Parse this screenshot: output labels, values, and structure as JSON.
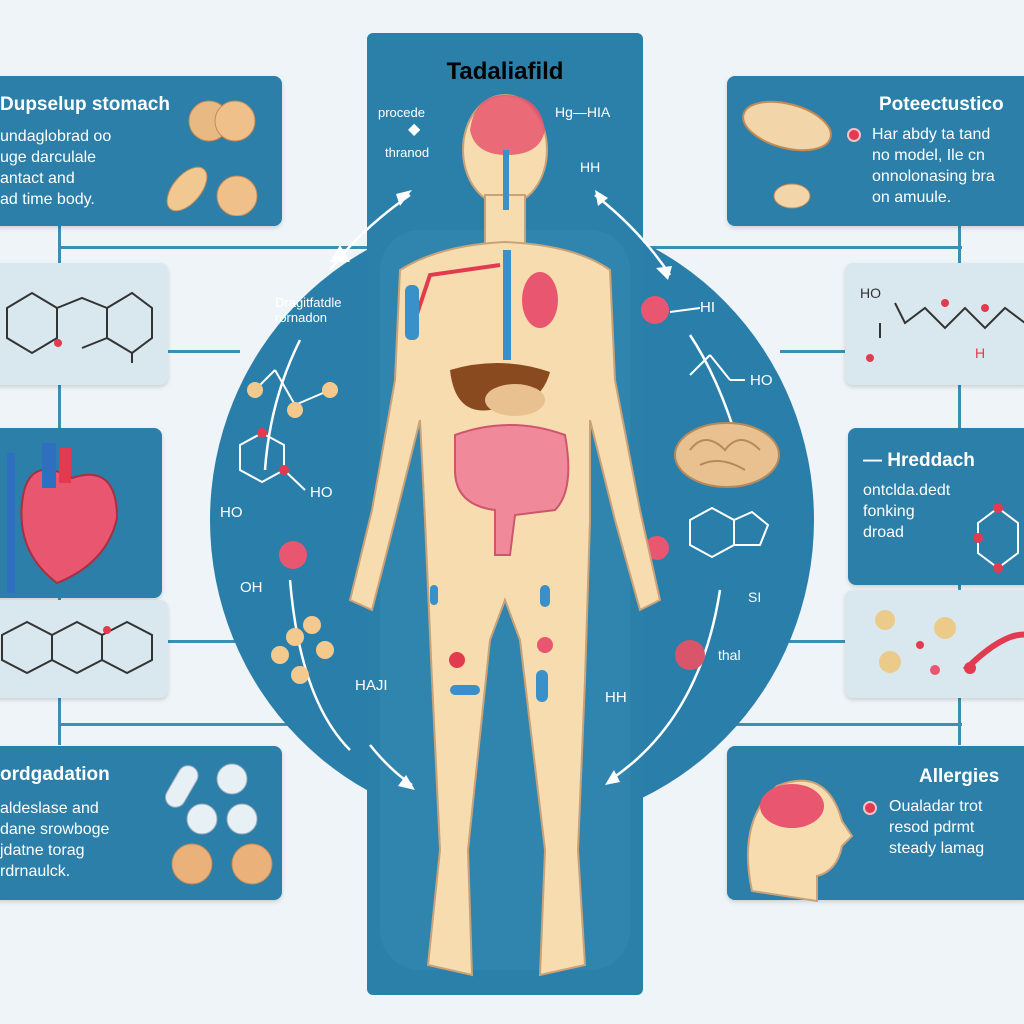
{
  "title": "Tadaliafild",
  "colors": {
    "panel": "#2b7fa8",
    "light_panel": "#d9e8ee",
    "background": "#eef4f7",
    "skin": "#f6dcae",
    "organ": "#e8566f",
    "accent_red": "#e23a4f"
  },
  "head_labels": {
    "left_top": "procede",
    "left_bottom": "thranod",
    "right_top": "Hg—HIA",
    "right_bottom": "HH"
  },
  "cards": {
    "top_left": {
      "title": "Dupselup stomach",
      "text": "undaglobrad oo\nuge darculale\nantact and\nad time body."
    },
    "top_right": {
      "title": "Poteectustico",
      "text": "Har abdy ta tand\nno model, Ile cn\nonnolonasing bra\non amuule."
    },
    "mid_right": {
      "title": "— Hreddach",
      "text": "ontclda.dedt\nfonking\ndroad"
    },
    "bottom_left": {
      "title": "ordgadation",
      "text": "aldeslase and\ndane srowboge\njdatne torag\nrdrnaulck."
    },
    "bottom_right": {
      "title": "Allergies",
      "text": "Oualadar trot\nresod pdrmt\nsteady lamag"
    }
  },
  "circle_labels": {
    "left_top": "Dragitfatdle\nrornadon",
    "ho_left": "HO",
    "ho_ring": "HO",
    "oh": "OH",
    "haji": "HAJI",
    "hi_right": "HI",
    "ho_right": "HO",
    "hh": "HH",
    "si": "SI",
    "thal": "thal"
  },
  "icons": [
    "pill-icon",
    "heart-icon",
    "brain-icon",
    "head-profile-icon",
    "molecule-icon",
    "arrow-icon"
  ]
}
